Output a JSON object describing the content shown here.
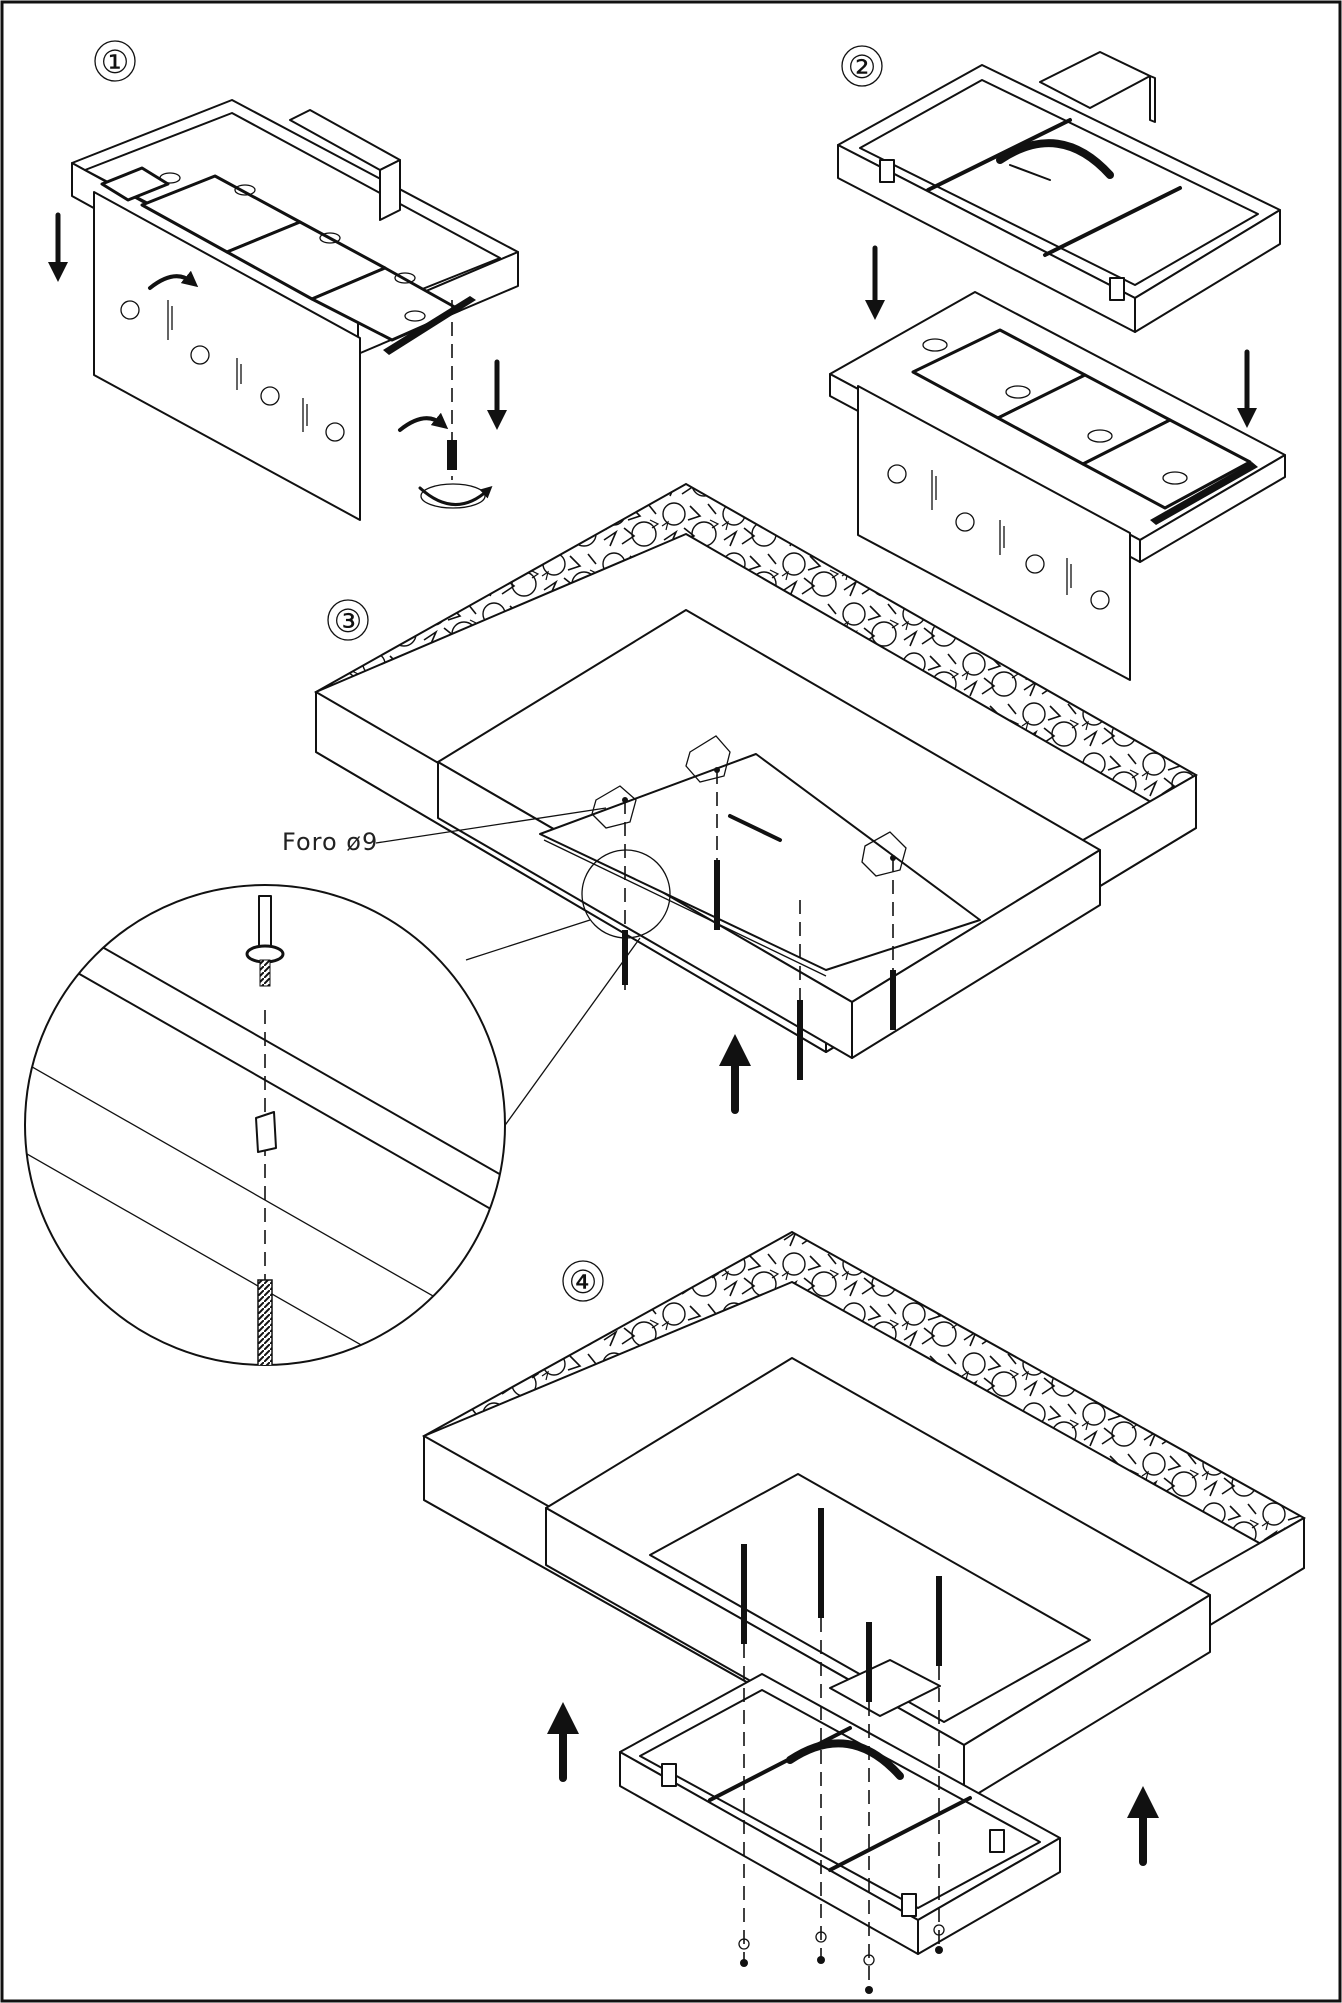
{
  "steps": [
    {
      "number": "①"
    },
    {
      "number": "②"
    },
    {
      "number": "③"
    },
    {
      "number": "④"
    }
  ],
  "annotations": {
    "drill_hole": "Foro  ø9"
  },
  "icons": {
    "arrow": "arrow-icon",
    "rotate": "rotate-arrow-icon",
    "screw": "screw-icon",
    "anchor": "wall-anchor-icon"
  },
  "colors": {
    "ink": "#111111",
    "paper": "#ffffff"
  }
}
